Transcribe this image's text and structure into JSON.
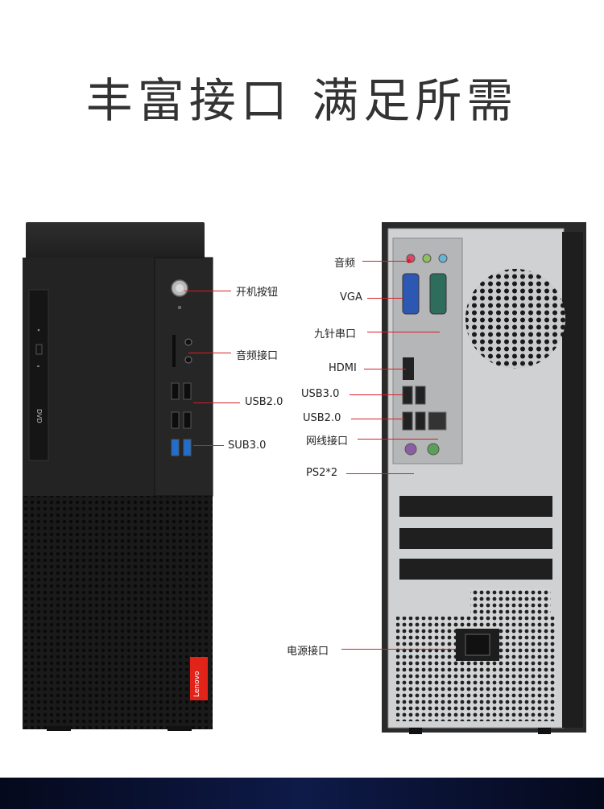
{
  "headline": "丰富接口 满足所需",
  "front_labels": {
    "power": "开机按钮",
    "audio": "音频接口",
    "usb2": "USB2.0",
    "usb3": "SUB3.0"
  },
  "rear_labels": {
    "audio": "音频",
    "vga": "VGA",
    "serial": "九针串口",
    "hdmi": "HDMI",
    "usb3": "USB3.0",
    "usb2": "USB2.0",
    "lan": "网线接口",
    "ps2": "PS2*2",
    "power": "电源接口"
  },
  "brand_logo": "Lenovo",
  "dvd_logo": "DVD",
  "colors": {
    "accent": "#d61f26",
    "tower": "#1c1c1c",
    "footer": "#0b1436"
  },
  "icons": [
    "power-button-icon",
    "headphone-icon",
    "microphone-icon",
    "usb-icon",
    "card-reader-icon"
  ]
}
